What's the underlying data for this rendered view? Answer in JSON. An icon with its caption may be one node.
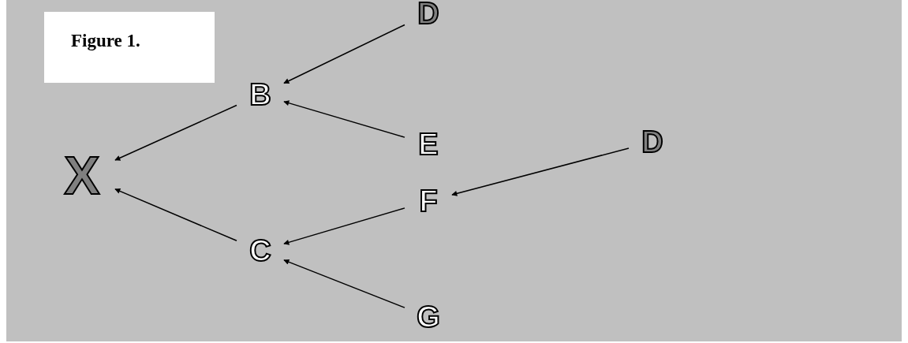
{
  "diagram": {
    "title": "Figure 1.",
    "nodes": [
      {
        "text": [
          "X"
        ]
      },
      {
        "text": [
          "B"
        ]
      },
      {
        "text": [
          "C"
        ]
      },
      {
        "text": [
          "D"
        ]
      },
      {
        "text": [
          "E"
        ]
      },
      {
        "text": [
          "F"
        ]
      },
      {
        "text": [
          "G"
        ]
      },
      {
        "text": [
          "D"
        ]
      }
    ],
    "edges": [
      {
        "from": 3,
        "to": 1,
        "arrow": "to"
      },
      {
        "from": 4,
        "to": 1,
        "arrow": "to"
      },
      {
        "from": 1,
        "to": 0,
        "arrow": "to"
      },
      {
        "from": 2,
        "to": 0,
        "arrow": "to"
      },
      {
        "from": 5,
        "to": 2,
        "arrow": "to"
      },
      {
        "from": 6,
        "to": 2,
        "arrow": "to"
      },
      {
        "from": 7,
        "to": 5,
        "arrow": "to"
      }
    ]
  }
}
